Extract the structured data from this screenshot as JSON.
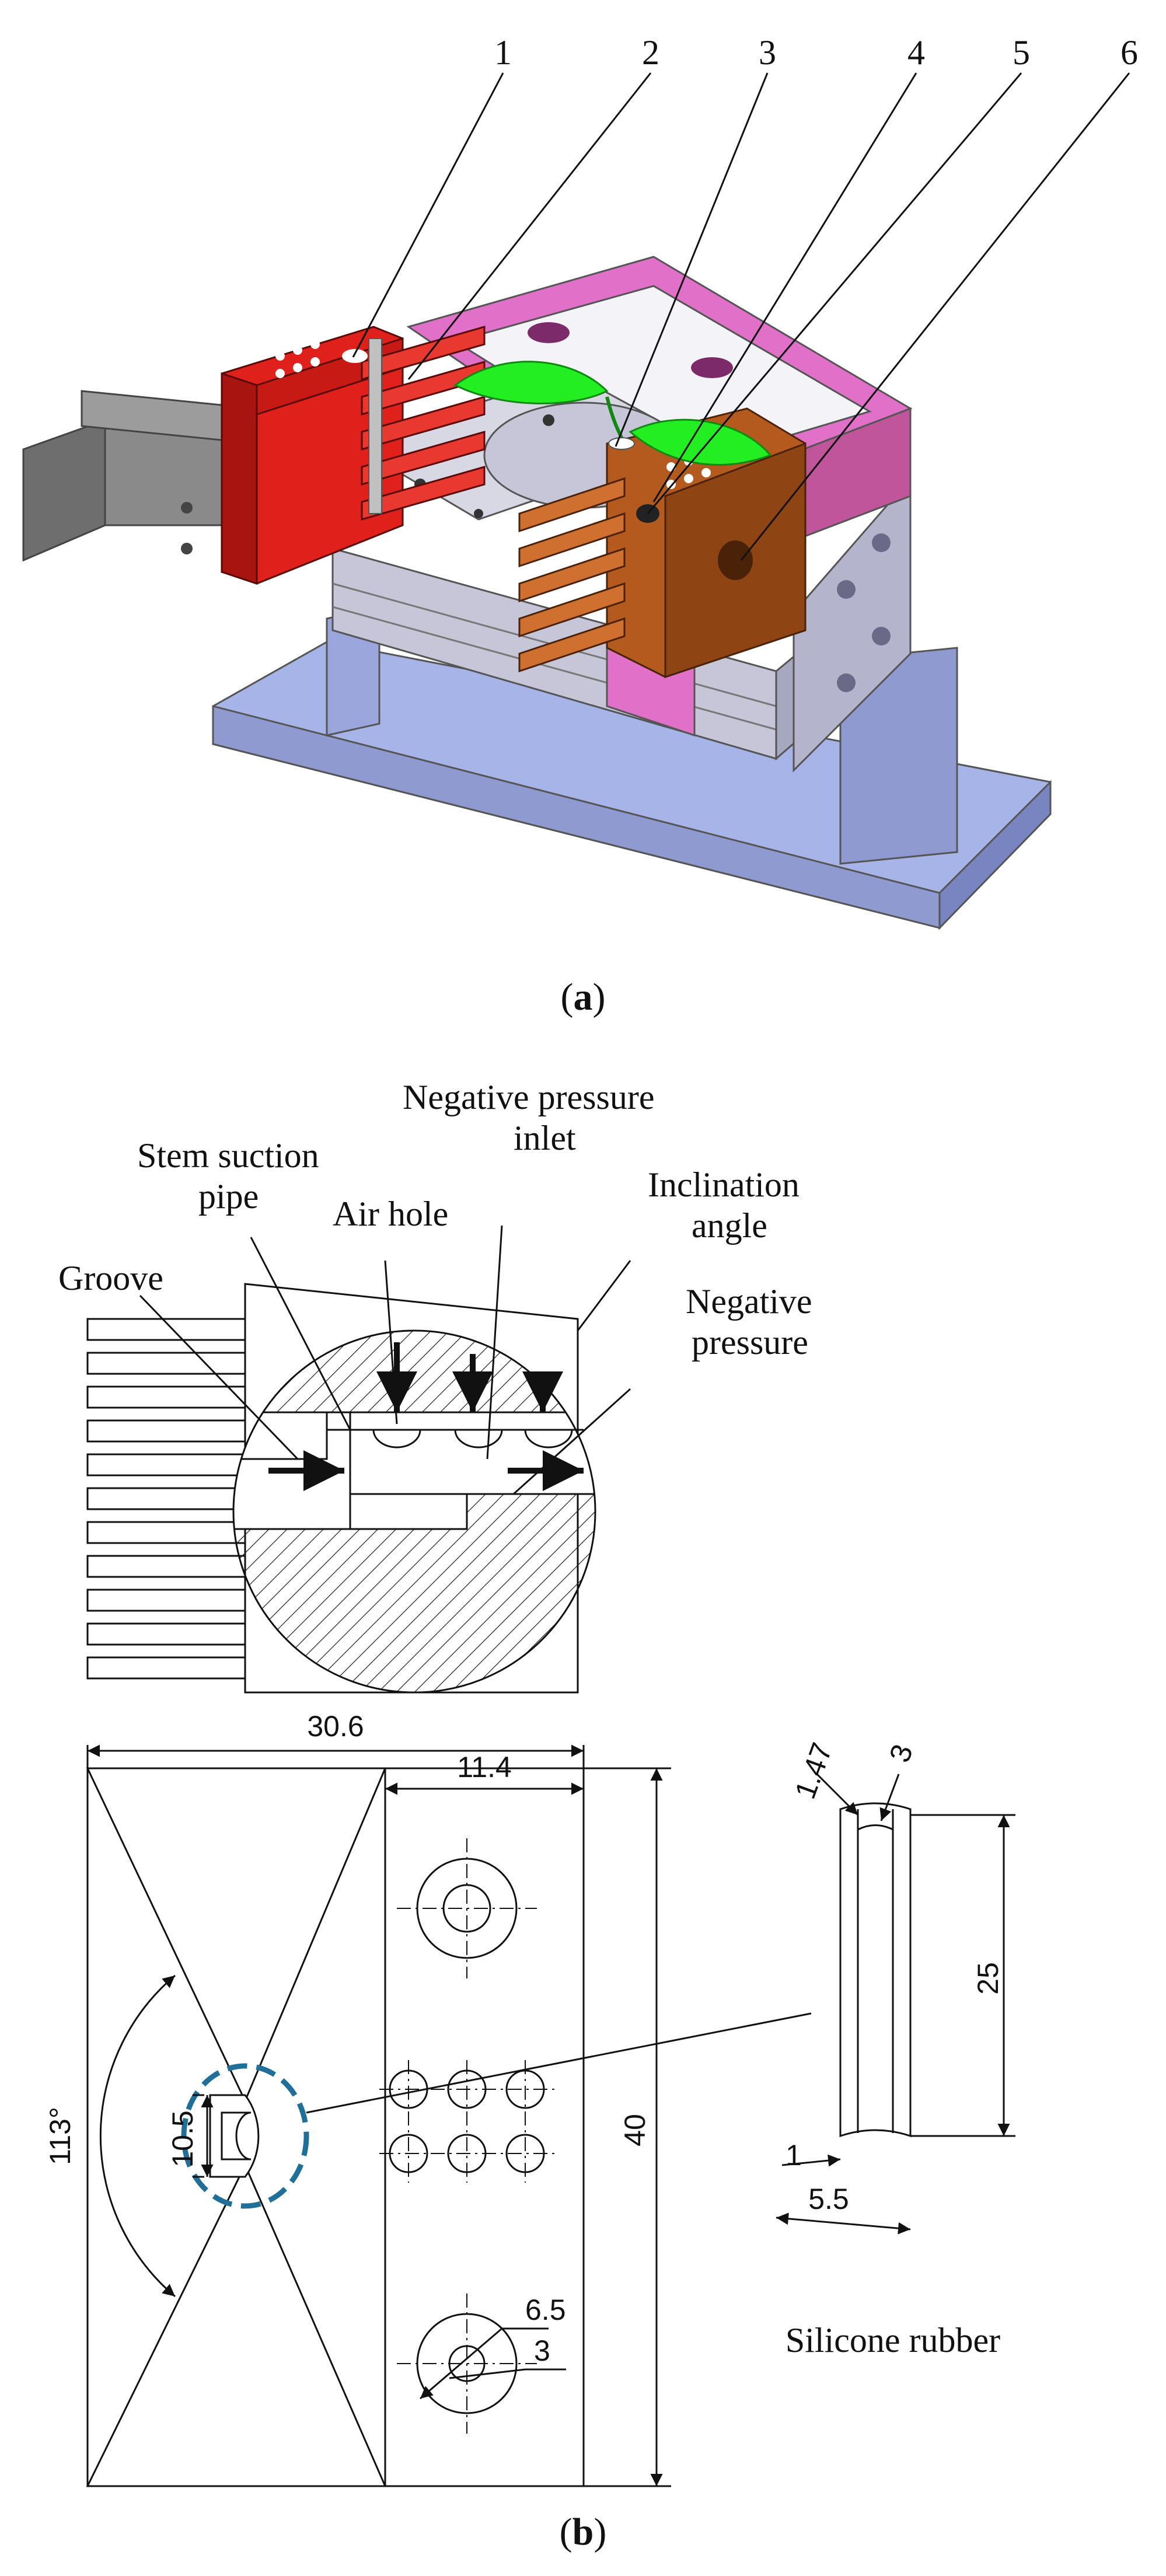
{
  "figure_a": {
    "callouts": [
      "1",
      "2",
      "3",
      "4",
      "5",
      "6"
    ],
    "caption_open": "(",
    "caption_letter": "a",
    "caption_close": ")"
  },
  "figure_b": {
    "section_labels": {
      "groove": "Groove",
      "stem_suction_pipe_line1": "Stem suction",
      "stem_suction_pipe_line2": "pipe",
      "air_hole": "Air hole",
      "negative_pressure_inlet_line1": "Negative pressure",
      "negative_pressure_inlet_line2": "inlet",
      "inclination_angle_line1": "Inclination",
      "inclination_angle_line2": "angle",
      "negative_pressure_line1": "Negative",
      "negative_pressure_line2": "pressure"
    },
    "dimensions": {
      "width_total": "30.6",
      "width_right": "11.4",
      "height_total": "40",
      "slot": "10.5",
      "angle": "113°",
      "outer_diameter": "6.5",
      "inner_diameter": "3",
      "rubber_thickness": "1.47",
      "rubber_top": "3",
      "rubber_length": "25",
      "rubber_bottom_left": "1",
      "rubber_bottom_width": "5.5"
    },
    "silicone_label": "Silicone rubber",
    "caption_open": "(",
    "caption_letter": "b",
    "caption_close": ")"
  },
  "colors": {
    "gripper_red": "#e0201a",
    "gripper_orange": "#b55a1e",
    "frame_pink": "#e070c8",
    "base_blue": "#a6b4e8",
    "body_grey": "#c8c8d8",
    "cylinder_grey": "#8a8a8a",
    "leaf_green": "#22ee22",
    "dashed_circle": "#1f6f99"
  }
}
